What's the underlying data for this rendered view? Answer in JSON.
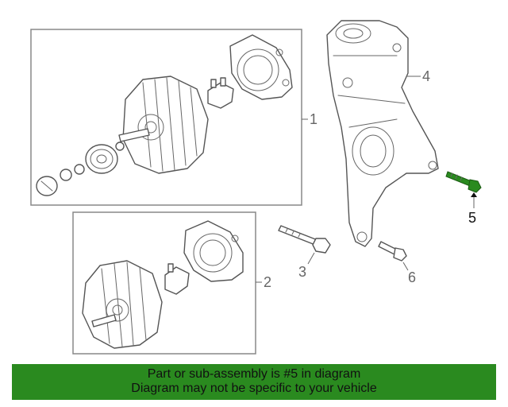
{
  "diagram": {
    "callouts": [
      {
        "number": "1"
      },
      {
        "number": "2"
      },
      {
        "number": "3"
      },
      {
        "number": "4"
      },
      {
        "number": "5"
      },
      {
        "number": "6"
      }
    ],
    "highlight_part": "5",
    "highlight_color": "#2a8a1f"
  },
  "banner": {
    "line1": "Part or sub-assembly is #5 in diagram",
    "line2": "Diagram may not be specific to your vehicle",
    "background_color": "#2a8a1f"
  }
}
